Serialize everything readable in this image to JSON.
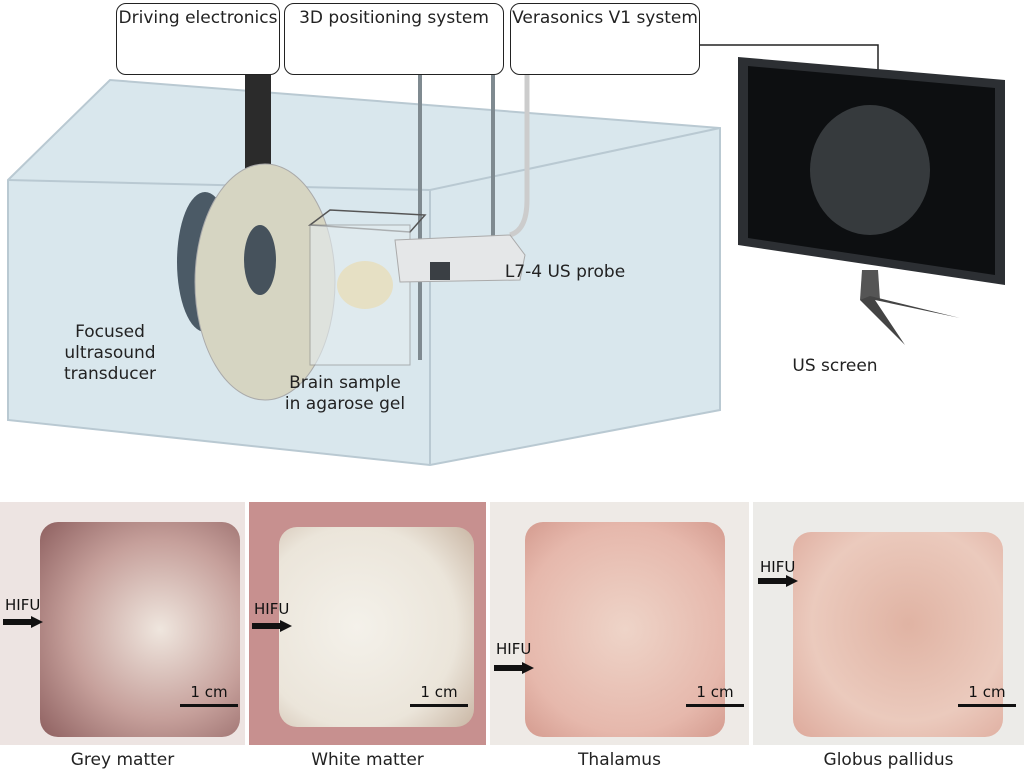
{
  "boxes": {
    "driving": "Driving electronics",
    "positioning": "3D positioning system",
    "verasonics": "Verasonics V1 system"
  },
  "labels": {
    "transducer": "Focused ultrasound transducer",
    "sample": "Brain sample in agarose gel",
    "probe": "L7-4 US probe",
    "screen": "US screen"
  },
  "panels": [
    {
      "caption": "Grey matter",
      "arrow": "HIFU",
      "scale": "1 cm"
    },
    {
      "caption": "White matter",
      "arrow": "HIFU",
      "scale": "1 cm"
    },
    {
      "caption": "Thalamus",
      "arrow": "HIFU",
      "scale": "1 cm"
    },
    {
      "caption": "Globus pallidus",
      "arrow": "HIFU",
      "scale": "1 cm"
    }
  ]
}
